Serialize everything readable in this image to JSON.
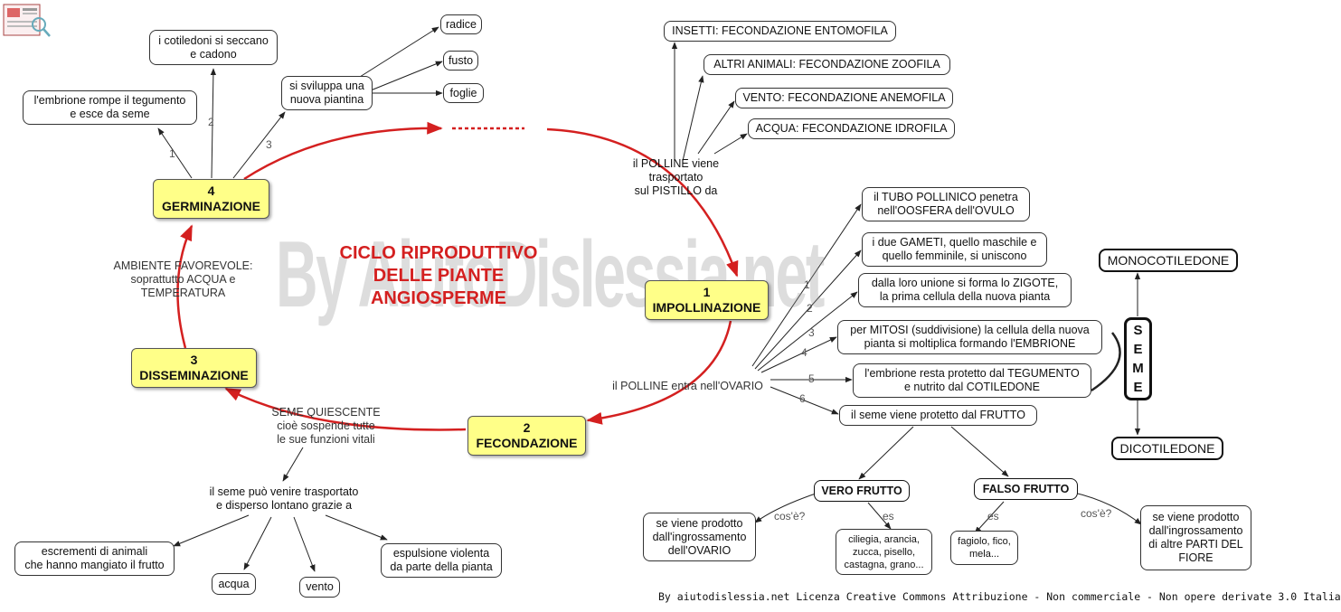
{
  "title": "CICLO RIPRODUTTIVO\nDELLE PIANTE\nANGIOSPERME",
  "watermark": "By AiutoDislessia.net",
  "footer": "By aiutodislessia.net Licenza Creative Commons Attribuzione - Non commerciale - Non opere derivate 3.0 Italia",
  "colors": {
    "cycle_arrow": "#d42020",
    "stage_fill": "#ffff88",
    "line": "#222222"
  },
  "stages": {
    "impollinazione": "1\nIMPOLLINAZIONE",
    "fecondazione": "2\nFECONDAZIONE",
    "disseminazione": "3\nDISSEMINAZIONE",
    "germinazione": "4\nGERMINAZIONE"
  },
  "germination": {
    "step1": "l'embrione rompe il tegumento\ne esce da seme",
    "step2": "i cotiledoni si seccano\ne cadono",
    "step3": "si sviluppa una\nnuova piantina",
    "radice": "radice",
    "fusto": "fusto",
    "foglie": "foglie",
    "ambiente": "AMBIENTE FAVOREVOLE:\nsoprattutto ACQUA e\nTEMPERATURA"
  },
  "pollination": {
    "polline": "il POLLINE viene\ntrasportato\nsul PISTILLO da",
    "insetti": "INSETTI: FECONDAZIONE ENTOMOFILA",
    "animali": "ALTRI ANIMALI: FECONDAZIONE ZOOFILA",
    "vento": "VENTO: FECONDAZIONE ANEMOFILA",
    "acqua": "ACQUA: FECONDAZIONE IDROFILA"
  },
  "fertilization": {
    "ovario": "il POLLINE entra nell'OVARIO",
    "s1": "il TUBO POLLINICO penetra\nnell'OOSFERA dell'OVULO",
    "s2": "i due GAMETI, quello maschile e\nquello femminile, si uniscono",
    "s3": "dalla loro unione si forma lo ZIGOTE,\nla prima cellula della nuova pianta",
    "s4": "per MITOSI (suddivisione) la cellula della nuova\npianta si moltiplica formando l'EMBRIONE",
    "s5": "l'embrione resta protetto dal TEGUMENTO\ne nutrito dal COTILEDONE",
    "s6": "il seme viene protetto dal FRUTTO"
  },
  "fruit": {
    "vero": "VERO FRUTTO",
    "falso": "FALSO FRUTTO",
    "vero_def": "se viene prodotto\ndall'ingrossamento\ndell'OVARIO",
    "vero_es": "ciliegia, arancia,\nzucca, pisello,\ncastagna, grano...",
    "falso_es": "fagiolo, fico,\nmela...",
    "falso_def": "se viene prodotto\ndall'ingrossamento\ndi altre PARTI DEL\nFIORE",
    "cose": "cos'è?",
    "es": "es"
  },
  "seed": {
    "seme": "S\nE\nM\nE",
    "mono": "MONOCOTILEDONE",
    "di": "DICOTILEDONE"
  },
  "dissemination": {
    "quiescente": "SEME QUIESCENTE\ncioè sospende tutte\nle sue funzioni vitali",
    "trasporto": "il seme può venire trasportato\ne disperso lontano grazie a",
    "escrementi": "escrementi di animali\nche hanno mangiato il frutto",
    "acqua": "acqua",
    "vento": "vento",
    "espulsione": "espulsione violenta\nda parte della pianta"
  },
  "numbers": {
    "n1": "1",
    "n2": "2",
    "n3": "3",
    "n4": "4",
    "n5": "5",
    "n6": "6"
  }
}
